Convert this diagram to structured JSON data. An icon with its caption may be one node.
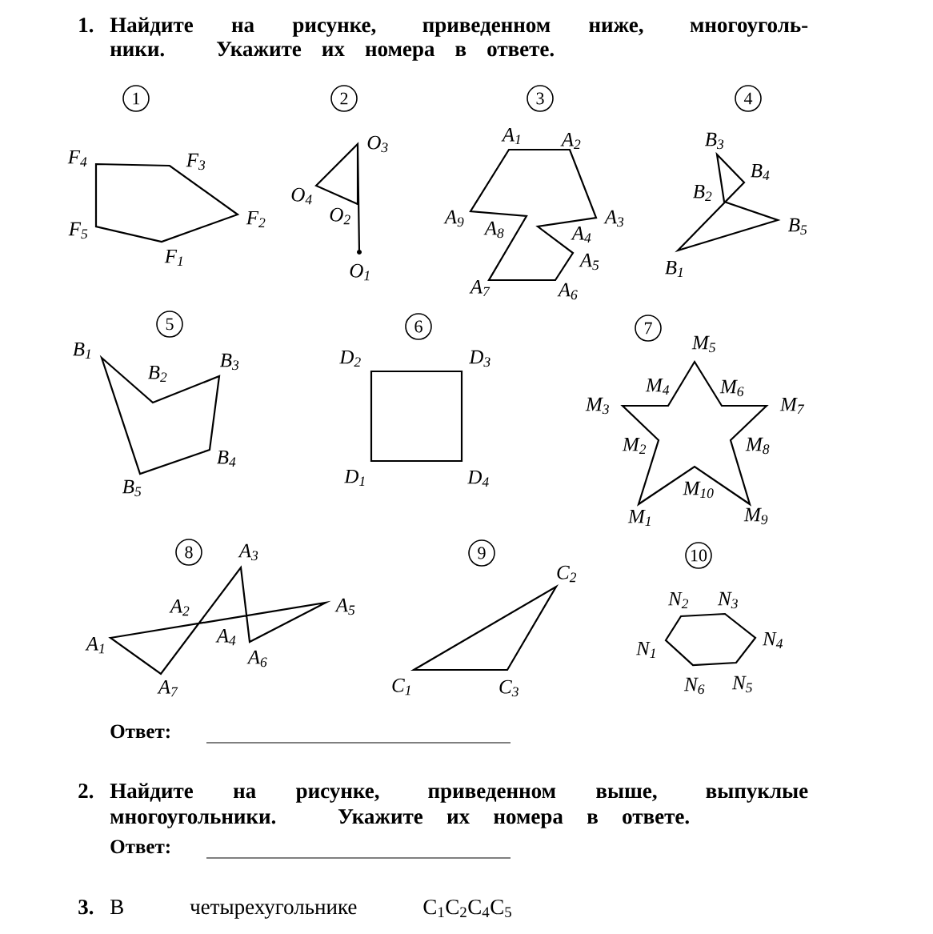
{
  "diagram": {
    "labels": [
      "1.",
      "Найдите на рисунке, приведенном ниже, многоуголь-",
      "ники. Укажите их номера в ответе.",
      "1",
      "2",
      "3",
      "4",
      "F$_{4}$",
      "F$_{3}$",
      "F$_{5}$",
      "F$_{2}$",
      "F$_{1}$",
      "O$_{3}$",
      "O$_{4}$",
      "O$_{2}$",
      "O$_{1}$",
      "A$_{1}$",
      "A$_{2}$",
      "A$_{9}$",
      "A$_{8}$",
      "A$_{3}$",
      "A$_{4}$",
      "A$_{5}$",
      "A$_{7}$",
      "A$_{6}$",
      "B$_{3}$",
      "B$_{4}$",
      "B$_{2}$",
      "B$_{5}$",
      "B$_{1}$",
      "5",
      "6",
      "7",
      "B$_{1}$",
      "B$_{2}$",
      "B$_{3}$",
      "B$_{4}$",
      "B$_{5}$",
      "D$_{2}$",
      "D$_{3}$",
      "D$_{1}$",
      "D$_{4}$",
      "M$_{5}$",
      "M$_{4}$",
      "M$_{6}$",
      "M$_{3}$",
      "M$_{7}$",
      "M$_{2}$",
      "M$_{8}$",
      "M$_{10}$",
      "M$_{1}$",
      "M$_{9}$",
      "8",
      "9",
      "10",
      "A$_{3}$",
      "A$_{2}$",
      "A$_{5}$",
      "A$_{4}$",
      "A$_{1}$",
      "A$_{6}$",
      "A$_{7}$",
      "C$_{2}$",
      "C$_{1}$",
      "C$_{3}$",
      "N$_{2}$",
      "N$_{3}$",
      "N$_{1}$",
      "N$_{4}$",
      "N$_{6}$",
      "N$_{5}$",
      "Ответ:",
      "2.",
      "Найдите на рисунке, приведенном выше, выпуклые",
      "многоугольники. Укажите их номера в ответе.",
      "Ответ:",
      "3.",
      "В четырехугольнике C$_{1}$C$_{2}$C$_{4}$C$_{5}$"
    ]
  }
}
